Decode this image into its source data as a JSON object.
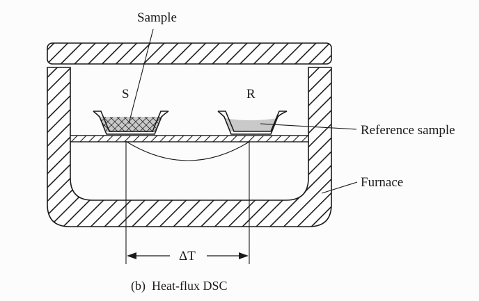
{
  "labels": {
    "sample": "Sample",
    "s": "S",
    "r": "R",
    "reference_sample": "Reference sample",
    "furnace": "Furnace",
    "delta_t": "ΔT"
  },
  "caption": "(b)  Heat-flux DSC"
}
